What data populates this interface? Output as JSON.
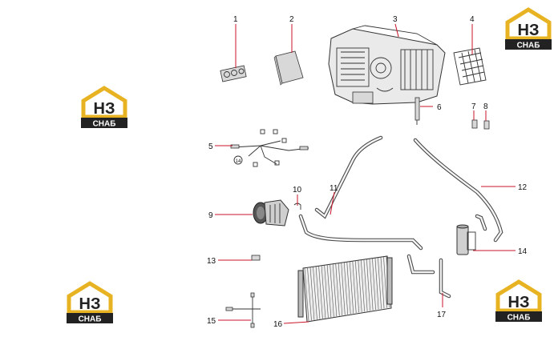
{
  "logo": {
    "mark": "НЗ",
    "caption": "СНАБ",
    "colors": {
      "gold": "#e8b323",
      "dark": "#222222"
    }
  },
  "callouts": [
    {
      "id": "1",
      "label": "1"
    },
    {
      "id": "2",
      "label": "2"
    },
    {
      "id": "3",
      "label": "3"
    },
    {
      "id": "4",
      "label": "4"
    },
    {
      "id": "5",
      "label": "5"
    },
    {
      "id": "6",
      "label": "6"
    },
    {
      "id": "7",
      "label": "7"
    },
    {
      "id": "8",
      "label": "8"
    },
    {
      "id": "9",
      "label": "9"
    },
    {
      "id": "10",
      "label": "10"
    },
    {
      "id": "11",
      "label": "11"
    },
    {
      "id": "12",
      "label": "12"
    },
    {
      "id": "13",
      "label": "13"
    },
    {
      "id": "14",
      "label": "14"
    },
    {
      "id": "15",
      "label": "15"
    },
    {
      "id": "16",
      "label": "16"
    },
    {
      "id": "17",
      "label": "17"
    }
  ],
  "harness_tag": "14",
  "lead_color": "#c9162a"
}
